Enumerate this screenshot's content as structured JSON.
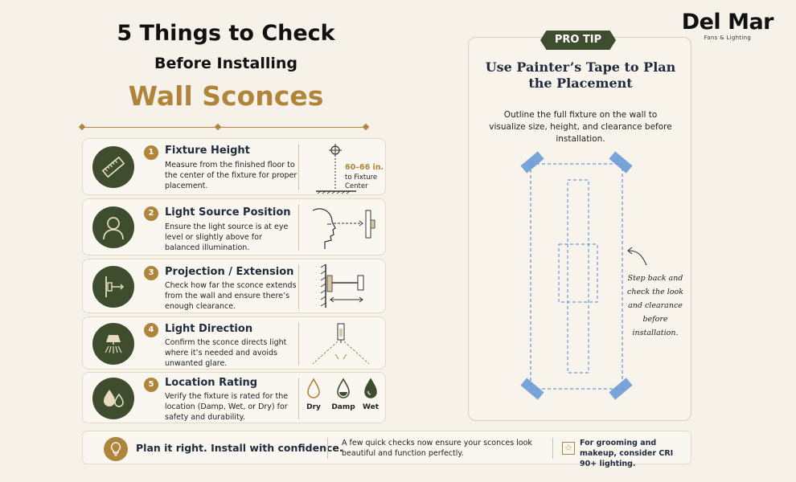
{
  "brand": {
    "name": "Del Mar",
    "tagline": "Fans & Lighting"
  },
  "header": {
    "line1": "5 Things to Check",
    "line2": "Before Installing",
    "line3": "Wall Sconces"
  },
  "items": [
    {
      "number": "1",
      "title": "Fixture Height",
      "description": "Measure from the finished floor to the center of the fixture for proper placement.",
      "icon": "ruler-icon",
      "illustration": {
        "measure": "60–66 in.",
        "label": "to Fixture Center"
      }
    },
    {
      "number": "2",
      "title": "Light Source Position",
      "description": "Ensure the light source is at eye level or slightly above for balanced illumination.",
      "icon": "person-head-icon"
    },
    {
      "number": "3",
      "title": "Projection / Extension",
      "description": "Check how far the sconce extends from the wall and ensure there’s enough clearance.",
      "icon": "wall-projection-icon"
    },
    {
      "number": "4",
      "title": "Light Direction",
      "description": "Confirm the sconce directs light where it’s needed and avoids unwanted glare.",
      "icon": "lamp-light-icon"
    },
    {
      "number": "5",
      "title": "Location Rating",
      "description": "Verify the fixture is rated for the location (Damp, Wet, or Dry) for safety and durability.",
      "icon": "water-drops-icon",
      "ratings": [
        "Dry",
        "Damp",
        "Wet"
      ]
    }
  ],
  "pro_tip": {
    "badge": "PRO TIP",
    "title": "Use Painter’s Tape to Plan the Placement",
    "description": "Outline the full fixture on the wall to visualize size, height, and clearance before installation.",
    "note": "Step back and check the look and clearance before installation."
  },
  "footer": {
    "plan": "Plan it right.  Install with confidence.",
    "quick": "A few quick checks now ensure your sconces look beautiful and function perfectly.",
    "tip": "For grooming and makeup, consider CRI 90+ lighting."
  },
  "colors": {
    "gold": "#b0843a",
    "olive": "#3f4d2f",
    "navy": "#1f2a3d",
    "tape": "#6a9bd8",
    "background": "#f6f2ea"
  }
}
